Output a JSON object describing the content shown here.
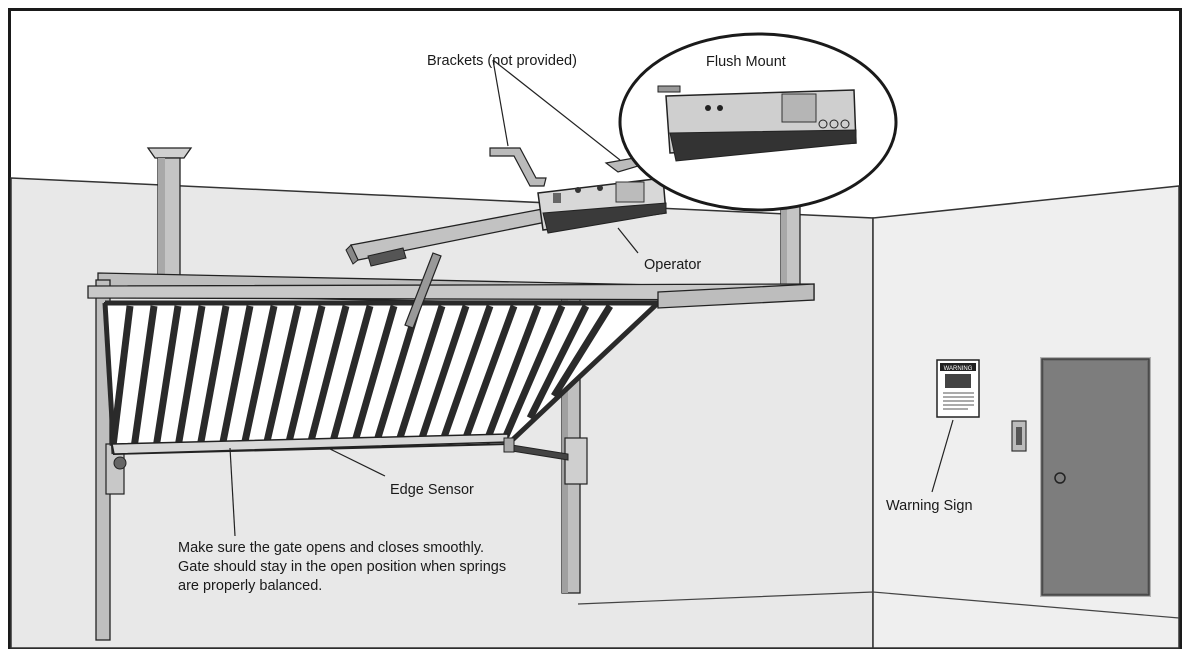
{
  "labels": {
    "brackets": "Brackets (not provided)",
    "flush_mount": "Flush Mount",
    "operator": "Operator",
    "edge_sensor": "Edge Sensor",
    "warning_sign": "Warning Sign",
    "note_line1": "Make sure the gate opens and closes smoothly.",
    "note_line2": "Gate should stay in the open position when springs",
    "note_line3": "are properly balanced."
  },
  "sign_text": "WARNING",
  "colors": {
    "border": "#1a1a1a",
    "wall_left": "#e6e6e6",
    "wall_right": "#ececec",
    "ceiling": "#ffffff",
    "metal": "#b5b5b5",
    "operator_dark": "#3a3a3a",
    "door": "#7a7a7a"
  }
}
